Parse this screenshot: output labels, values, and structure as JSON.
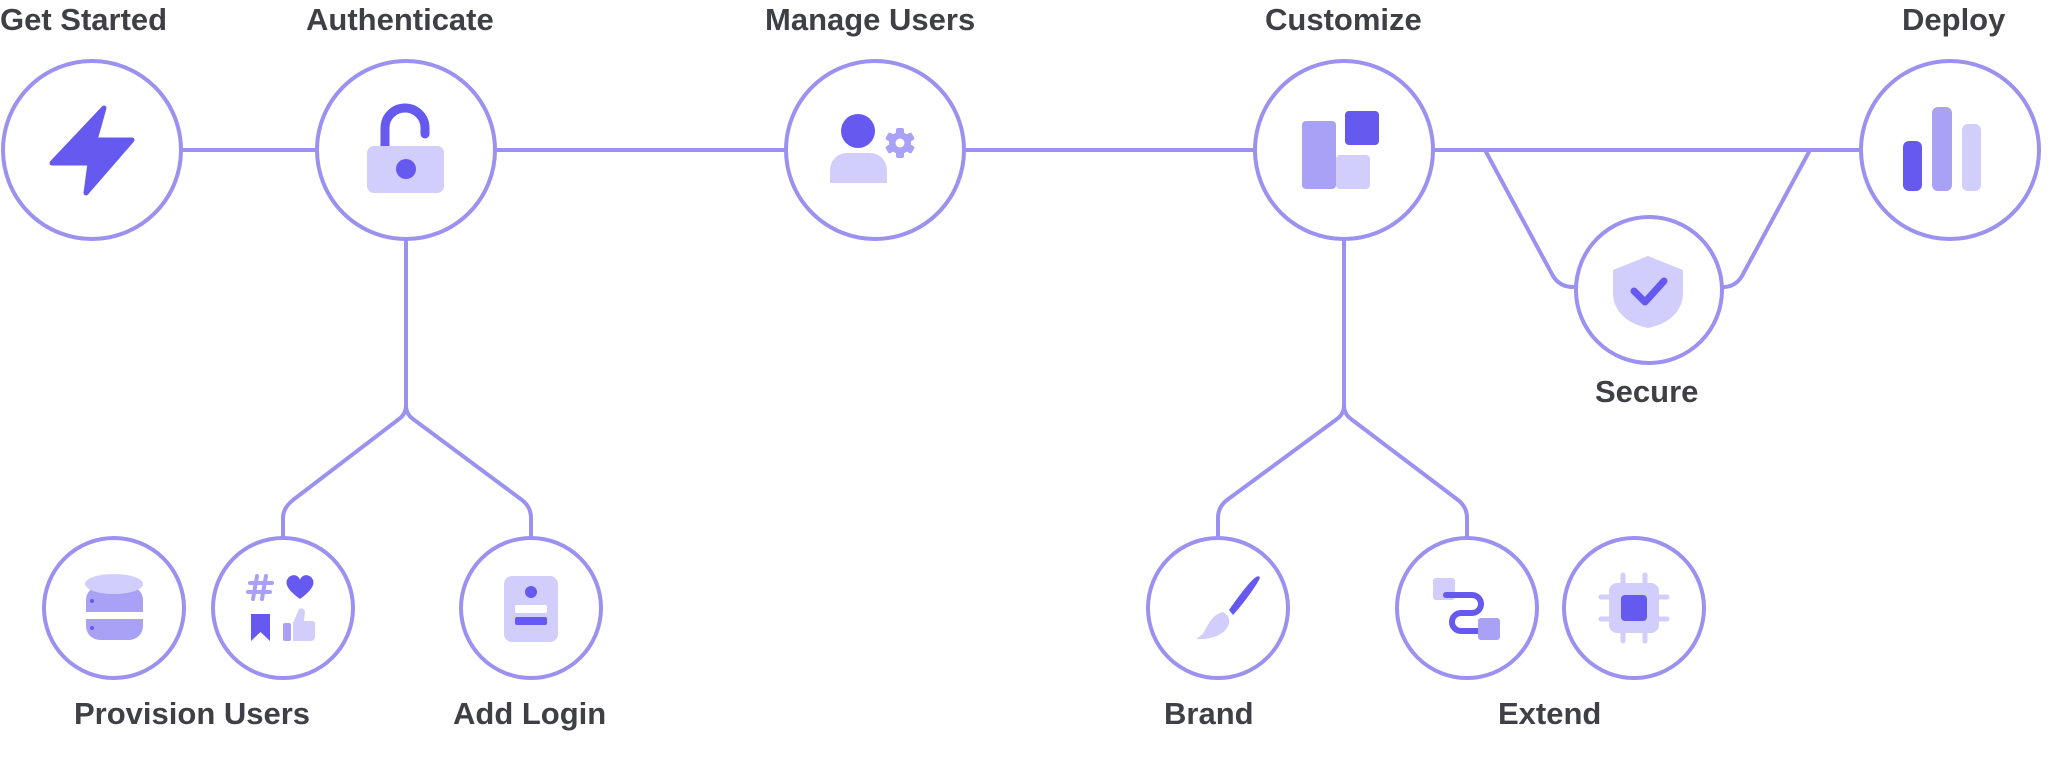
{
  "colors": {
    "line": "#9a91f0",
    "icon_dark": "#6659f0",
    "icon_mid": "#a8a1f5",
    "icon_light": "#d2cefb",
    "text": "#3f3f46"
  },
  "labels": {
    "get_started": "Get Started",
    "authenticate": "Authenticate",
    "manage_users": "Manage Users",
    "customize": "Customize",
    "deploy": "Deploy",
    "secure": "Secure",
    "provision_users": "Provision Users",
    "add_login": "Add Login",
    "brand": "Brand",
    "extend": "Extend"
  },
  "icons": {
    "get_started": "lightning-icon",
    "authenticate": "unlock-icon",
    "manage_users": "user-gear-icon",
    "customize": "layout-blocks-icon",
    "deploy": "bar-chart-icon",
    "secure": "shield-check-icon",
    "database": "database-icon",
    "social": "social-icon",
    "id_card": "id-card-icon",
    "brush": "brush-icon",
    "flow": "flow-icon",
    "chip": "chip-icon"
  }
}
